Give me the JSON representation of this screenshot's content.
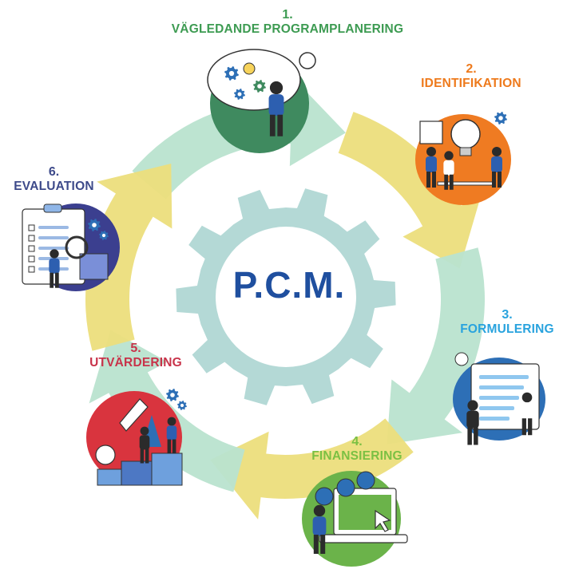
{
  "center": {
    "text": "P.C.M.",
    "color": "#1f4f9f",
    "gear_color": "#b4d9d6"
  },
  "colors": {
    "arrow_green": "#b9e3cf",
    "arrow_yellow": "#ecde7c"
  },
  "steps": [
    {
      "number": "1.",
      "name": "VÄGLEDANDE PROGRAMPLANERING",
      "color": "#3d9b52",
      "blob": "#3f8a5f",
      "icon": "thinking-person-icon"
    },
    {
      "number": "2.",
      "name": "IDENTIFIKATION",
      "color": "#ee7a1c",
      "blob": "#ef7b22",
      "icon": "team-idea-lightbulb-icon"
    },
    {
      "number": "3.",
      "name": "FORMULERING",
      "color": "#29a3de",
      "blob": "#2d6fb6",
      "icon": "team-building-plan-icon"
    },
    {
      "number": "4.",
      "name": "FINANSIERING",
      "color": "#7bc043",
      "blob": "#6bb34a",
      "icon": "funding-laptop-icon"
    },
    {
      "number": "5.",
      "name": "UTVÄRDERING",
      "color": "#c8334a",
      "blob": "#d9343e",
      "icon": "growth-rocket-icon"
    },
    {
      "number": "6.",
      "name": "EVALUATION",
      "color": "#3d4a8a",
      "blob": "#3b3f8f",
      "icon": "checklist-magnifier-icon"
    }
  ]
}
